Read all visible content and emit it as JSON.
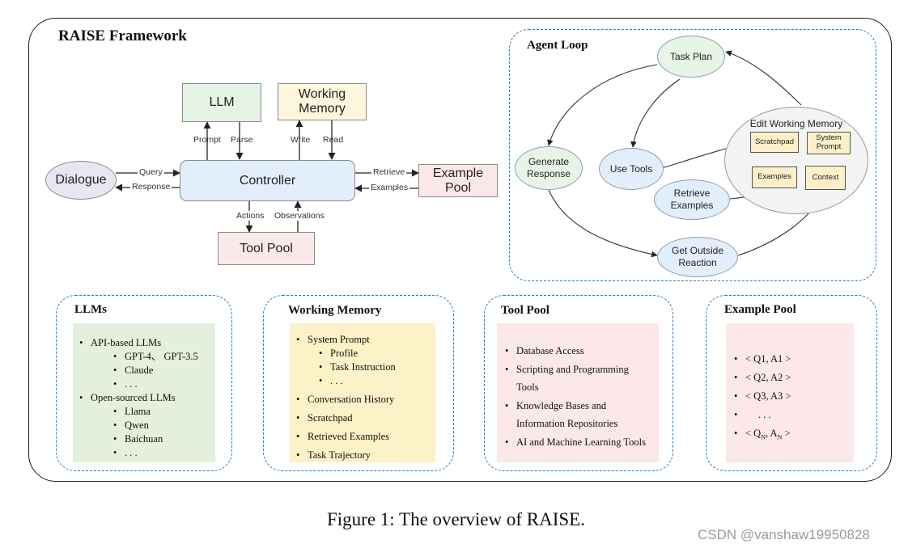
{
  "framework_title": "RAISE Framework",
  "left_diagram": {
    "llm": "LLM",
    "working_memory": "Working Memory",
    "dialogue": "Dialogue",
    "controller": "Controller",
    "example_pool": "Example Pool",
    "tool_pool": "Tool Pool",
    "edges": {
      "prompt": "Prompt",
      "parse": "Parse",
      "write": "Write",
      "read": "Read",
      "query": "Query",
      "response": "Response",
      "retrieve": "Retrieve",
      "examples": "Examples",
      "actions": "Actions",
      "observations": "Observations"
    }
  },
  "agent_loop": {
    "title": "Agent Loop",
    "task_plan": "Task Plan",
    "generate_response": "Generate Response",
    "use_tools": "Use Tools",
    "edit_working_memory": "Edit Working Memory",
    "scratchpad": "Scratchpad",
    "system_prompt": "System Prompt",
    "examples": "Examples",
    "context": "Context",
    "retrieve_examples": "Retrieve Examples",
    "get_outside_reaction": "Get Outside Reaction"
  },
  "panels": {
    "llms": {
      "title": "LLMs",
      "api": "API-based LLMs",
      "gpt": "GPT-4、 GPT-3.5",
      "claude": "Claude",
      "dots1": ". . .",
      "open": "Open-sourced LLMs",
      "llama": "Llama",
      "qwen": "Qwen",
      "baichuan": "Baichuan",
      "dots2": ". . ."
    },
    "working_memory": {
      "title": "Working Memory",
      "system_prompt": "System Prompt",
      "profile": "Profile",
      "task_instruction": "Task Instruction",
      "dots": ". . .",
      "conversation_history": "Conversation History",
      "scratchpad": "Scratchpad",
      "retrieved_examples": "Retrieved Examples",
      "task_trajectory": "Task  Trajectory"
    },
    "tool_pool": {
      "title": "Tool  Pool",
      "db": "Database Access",
      "script1": "Scripting and Programming",
      "script2": "Tools",
      "kb1": "Knowledge Bases and",
      "kb2": "Information Repositories",
      "ai": "AI and Machine Learning Tools"
    },
    "example_pool": {
      "title": "Example  Pool",
      "e1": "< Q1,  A1 >",
      "e2": "< Q2,  A2 >",
      "e3": "< Q3,  A3 >",
      "dots": ". . .",
      "eN_open": "< Q",
      "eN_sub1": "N",
      "eN_mid": ",  A",
      "eN_sub2": "N",
      "eN_close": " >"
    }
  },
  "caption": "Figure 1: The overview of RAISE.",
  "watermark": "CSDN @vanshaw19950828"
}
